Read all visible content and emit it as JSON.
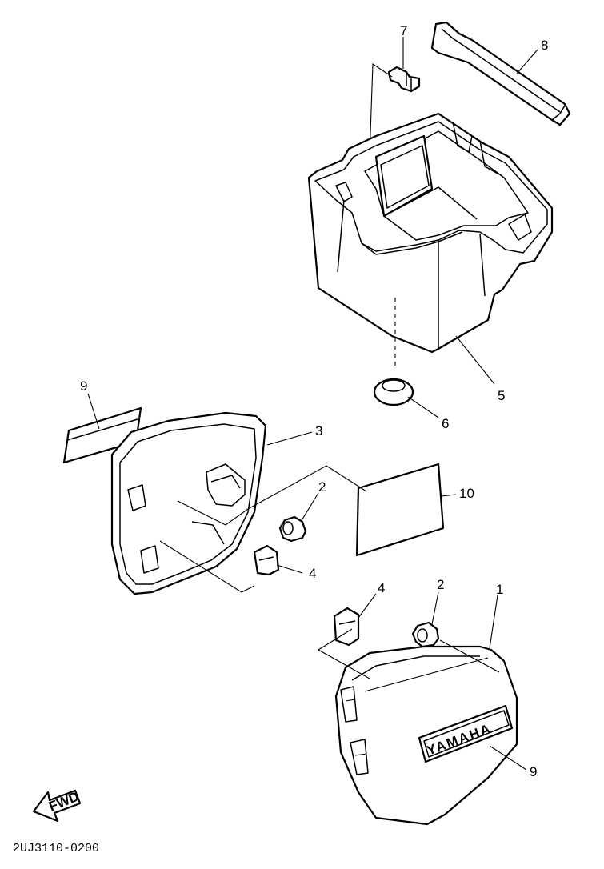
{
  "callouts": {
    "c1": "1",
    "c2a": "2",
    "c2b": "2",
    "c3": "3",
    "c4a": "4",
    "c4b": "4",
    "c5": "5",
    "c6": "6",
    "c7": "7",
    "c8": "8",
    "c9a": "9",
    "c9b": "9",
    "c10": "10"
  },
  "emblem_text": "YAMAHA",
  "fwd_text": "FWD",
  "diagram_code": "2UJ3110-0200"
}
